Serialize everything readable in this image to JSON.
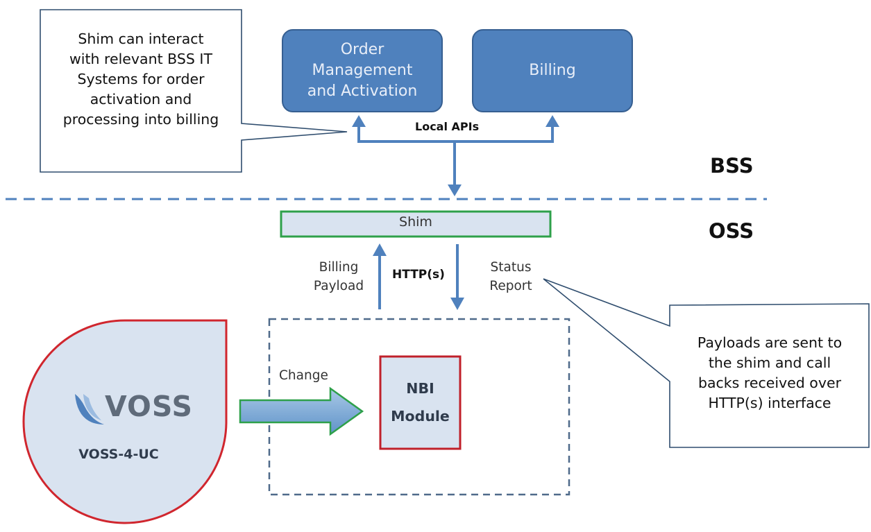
{
  "layers": {
    "bss": "BSS",
    "oss": "OSS"
  },
  "bss_systems": {
    "order_management": [
      "Order",
      "Management",
      "and Activation"
    ],
    "billing": "Billing"
  },
  "local_apis_label": "Local APIs",
  "shim_label": "Shim",
  "interface": {
    "protocol_label": "HTTP(s)",
    "billing_payload": [
      "Billing",
      "Payload"
    ],
    "status_report": [
      "Status",
      "Report"
    ]
  },
  "nbi_module": [
    "NBI",
    "Module"
  ],
  "change_label": "Change",
  "voss": {
    "logo_text": "VOSS",
    "product_label": "VOSS-4-UC"
  },
  "callouts": {
    "bss_integration": [
      "Shim can interact",
      "with relevant BSS IT",
      "Systems for order",
      "activation and",
      "processing into billing"
    ],
    "http_interface": [
      "Payloads are sent to",
      "the shim and call",
      "backs received over",
      "HTTP(s) interface"
    ]
  },
  "colors": {
    "bss_box_fill": "#4f81bd",
    "arrow_blue": "#4f81bd",
    "shim_border": "#2ea04a",
    "shim_fill": "#d9e3f0",
    "nbi_border": "#c0202a",
    "voss_border": "#d0262e",
    "voss_fill": "#d9e3f0",
    "dashed_line": "#4f81bd"
  }
}
